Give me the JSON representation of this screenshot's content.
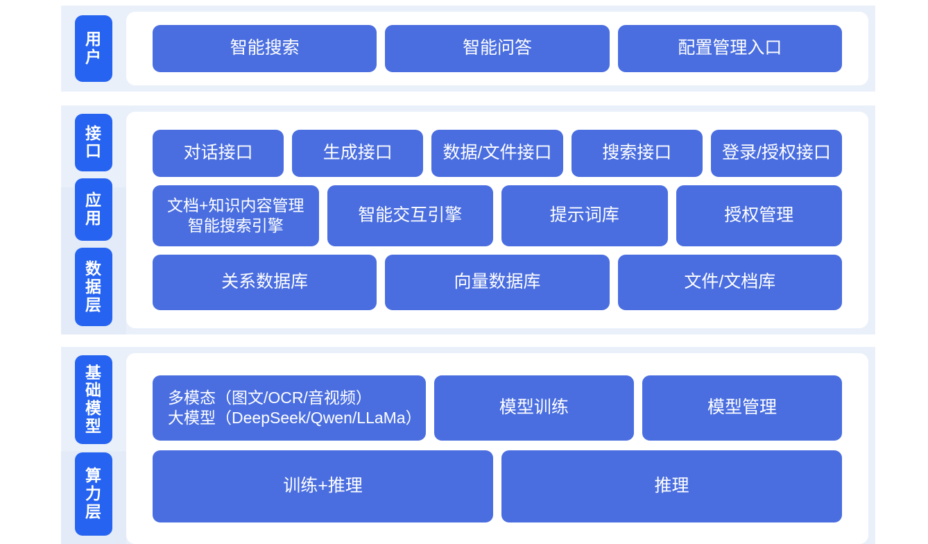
{
  "colors": {
    "band_bg": "#eaf0fa",
    "card_bg": "#ffffff",
    "chip_blue": "#2563f0",
    "box_blue": "#4a6ee0",
    "text_white": "#ffffff",
    "page_bg": "#ffffff"
  },
  "sections": [
    {
      "id": "user",
      "rail_labels": [
        "用户"
      ],
      "rows": [
        {
          "id": "user-entry",
          "boxes": [
            {
              "label": "智能搜索"
            },
            {
              "label": "智能问答"
            },
            {
              "label": "配置管理入口"
            }
          ]
        }
      ]
    },
    {
      "id": "middle",
      "rail_labels": [
        "接口",
        "应用",
        "数据层"
      ],
      "rows": [
        {
          "id": "api",
          "boxes": [
            {
              "label": "对话接口"
            },
            {
              "label": "生成接口"
            },
            {
              "label": "数据/文件接口"
            },
            {
              "label": "搜索接口"
            },
            {
              "label": "登录/授权接口"
            }
          ]
        },
        {
          "id": "app",
          "boxes": [
            {
              "label": "文档+知识内容管理\n智能搜索引擎"
            },
            {
              "label": "智能交互引擎"
            },
            {
              "label": "提示词库"
            },
            {
              "label": "授权管理"
            }
          ]
        },
        {
          "id": "data",
          "boxes": [
            {
              "label": "关系数据库"
            },
            {
              "label": "向量数据库"
            },
            {
              "label": "文件/文档库"
            }
          ]
        }
      ]
    },
    {
      "id": "base",
      "rail_labels": [
        "基础模型",
        "算力层"
      ],
      "rows": [
        {
          "id": "model",
          "boxes": [
            {
              "label": "多模态（图文/OCR/音视频）\n大模型（DeepSeek/Qwen/LLaMa）"
            },
            {
              "label": "模型训练"
            },
            {
              "label": "模型管理"
            }
          ]
        },
        {
          "id": "compute",
          "boxes": [
            {
              "label": "训练+推理"
            },
            {
              "label": "推理"
            }
          ]
        }
      ]
    }
  ]
}
